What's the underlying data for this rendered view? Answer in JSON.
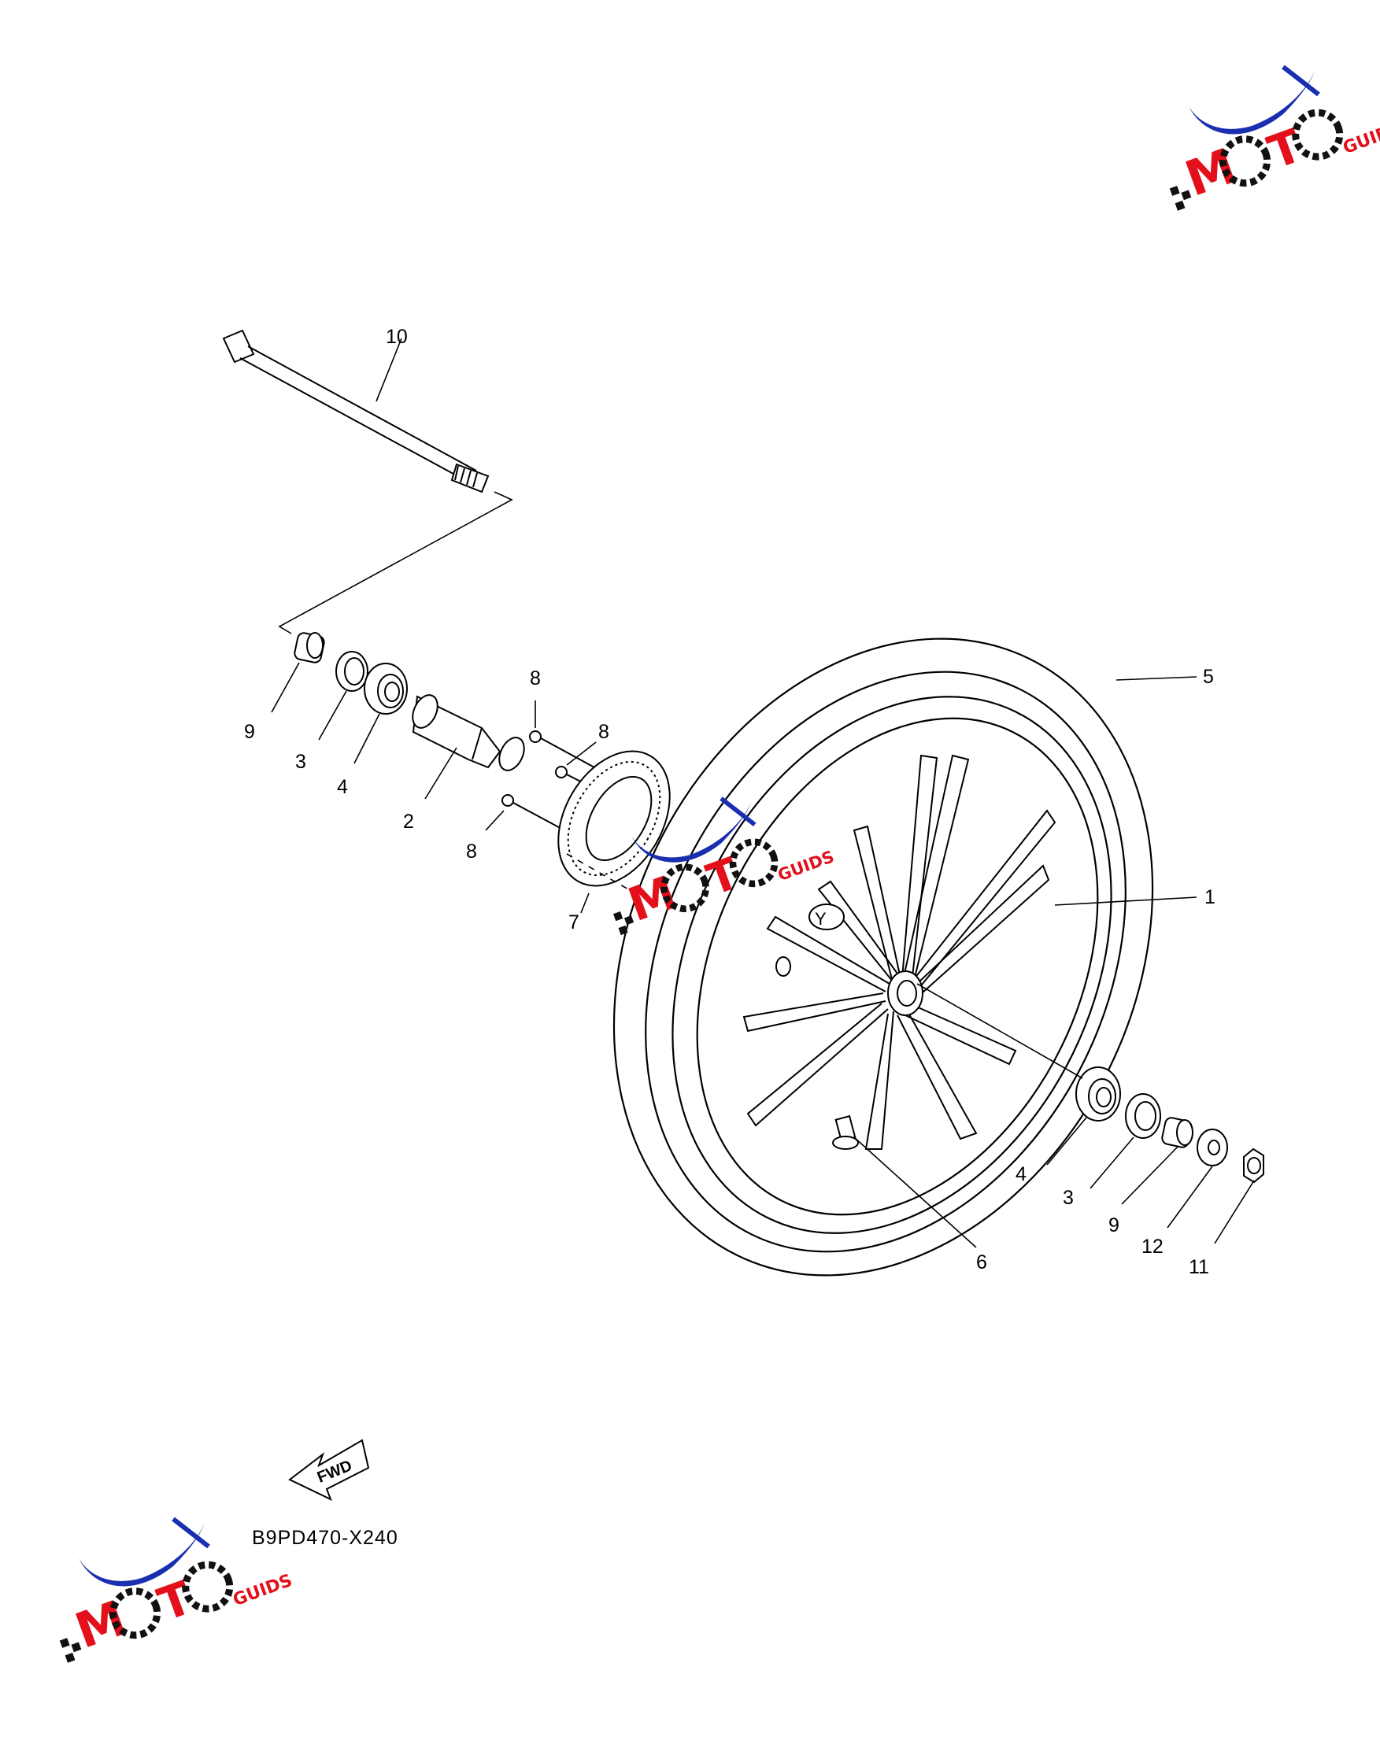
{
  "diagram": {
    "labels": {
      "l1": "1",
      "l2": "2",
      "l3a": "3",
      "l3b": "3",
      "l4a": "4",
      "l4b": "4",
      "l5": "5",
      "l6": "6",
      "l7": "7",
      "l8a": "8",
      "l8b": "8",
      "l8c": "8",
      "l9a": "9",
      "l9b": "9",
      "l10": "10",
      "l11": "11",
      "l12": "12"
    },
    "fwd_text": "FWD",
    "part_code": "B9PD470-X240"
  },
  "watermark": {
    "brand": "MOTO",
    "sub": "GUIDS",
    "colors": {
      "red": "#e3101b",
      "blue": "#1a2fb0",
      "black": "#111111"
    }
  }
}
